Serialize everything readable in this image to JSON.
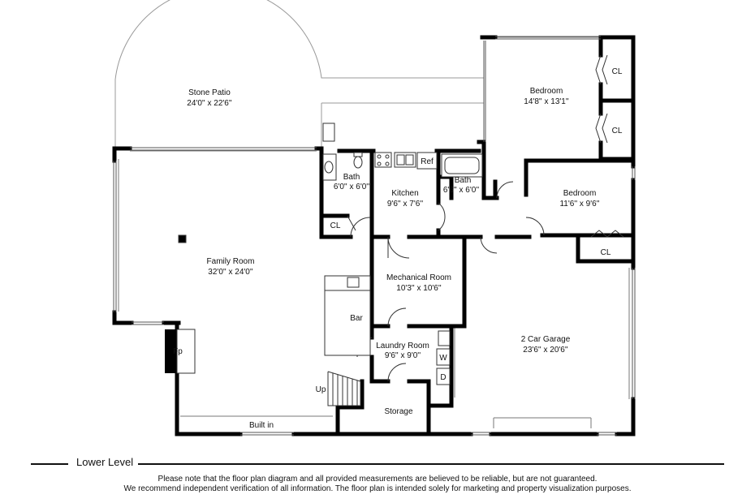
{
  "level_label": "Lower Level",
  "rooms": {
    "stone_patio": {
      "name": "Stone Patio",
      "dims": "24'0'' x 22'6''"
    },
    "bedroom_1": {
      "name": "Bedroom",
      "dims": "14'8'' x 13'1''"
    },
    "bedroom_2": {
      "name": "Bedroom",
      "dims": "11'6'' x 9'6''"
    },
    "bath_1": {
      "name": "Bath",
      "dims": "6'0'' x 6'0''"
    },
    "bath_2": {
      "name": "Bath",
      "dims": "6'6'' x 6'0''"
    },
    "kitchen": {
      "name": "Kitchen",
      "dims": "9'6'' x 7'6''"
    },
    "family_room": {
      "name": "Family Room",
      "dims": "32'0'' x 24'0''"
    },
    "mechanical_room": {
      "name": "Mechanical Room",
      "dims": "10'3'' x 10'6''"
    },
    "laundry_room": {
      "name": "Laundry Room",
      "dims": "9'6'' x 9'0''"
    },
    "garage": {
      "name": "2 Car Garage",
      "dims": "23'6'' x 20'6''"
    }
  },
  "fixtures": {
    "closet": "CL",
    "refrigerator": "Ref",
    "bar": "Bar",
    "fireplace": "Fp",
    "washer": "W",
    "dryer": "D",
    "stairs_up": "Up",
    "storage": "Storage",
    "built_in": "Built in"
  },
  "disclaimer": [
    "Please note that the floor plan diagram and all provided measurements are believed to be reliable, but are not guaranteed.",
    "We recommend independent verification of all information. The floor plan is intended solely for marketing and property visualization purposes."
  ]
}
